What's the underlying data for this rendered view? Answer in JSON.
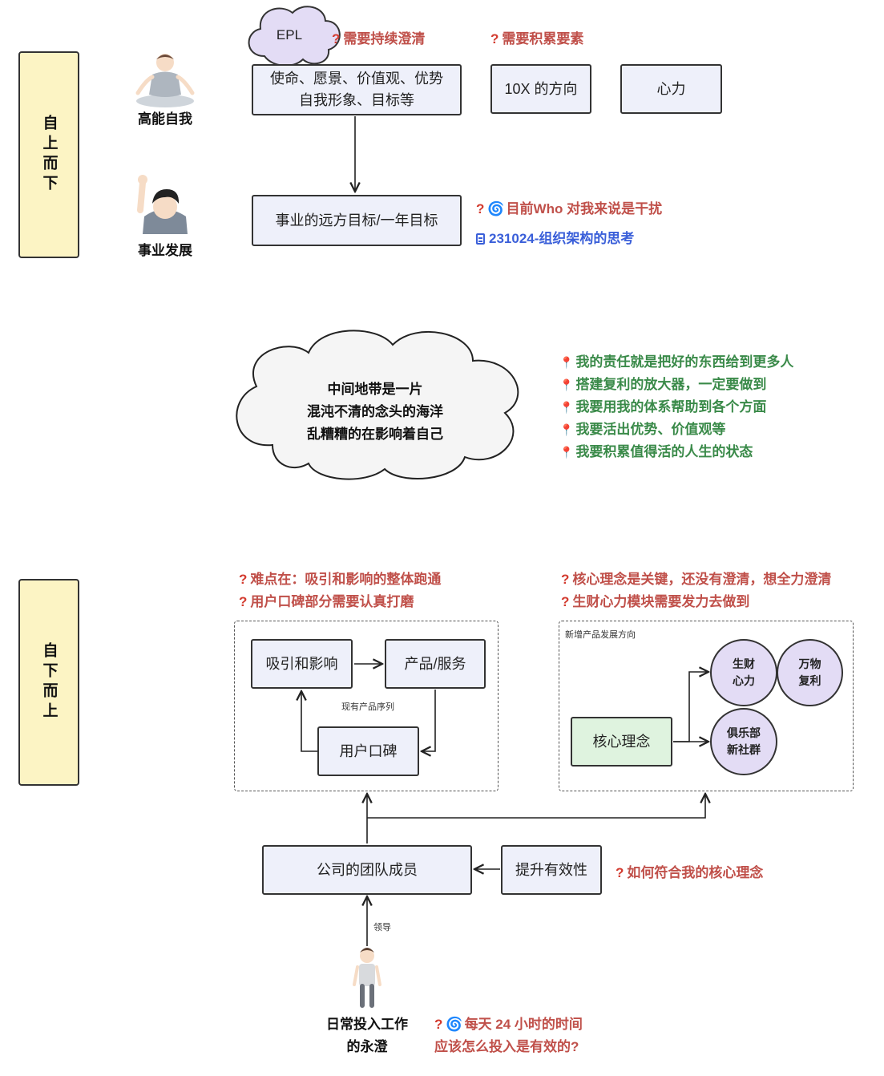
{
  "top_down": {
    "label": "自上而下",
    "high_self": {
      "person_label": "高能自我",
      "epl_cloud": "EPL",
      "values_box": [
        "使命、愿景、价值观、优势",
        "自我形象、目标等"
      ],
      "direction_box": "10X 的方向",
      "mind_box": "心力",
      "note_clarify": "需要持续澄清",
      "note_accumulate": "需要积累要素"
    },
    "career": {
      "person_label": "事业发展",
      "goal_box": "事业的远方目标/一年目标",
      "note_who": "目前Who 对我来说是干扰",
      "note_doc_link": "231024-组织架构的思考"
    }
  },
  "middle": {
    "cloud_lines": [
      "中间地带是一片",
      "混沌不清的念头的海洋",
      "乱糟糟的在影响着自己"
    ],
    "pinned_notes": [
      "我的责任就是把好的东西给到更多人",
      "搭建复利的放大器，一定要做到",
      "我要用我的体系帮助到各个方面",
      "我要活出优势、价值观等",
      "我要积累值得活的人生的状态"
    ]
  },
  "bottom_up": {
    "label": "自下而上",
    "left_notes": [
      "难点在：吸引和影响的整体跑通",
      "用户口碑部分需要认真打磨"
    ],
    "right_notes": [
      "核心理念是关键，还没有澄清，想全力澄清",
      "生财心力模块需要发力去做到"
    ],
    "existing_products": {
      "caption": "现有产品序列",
      "attract": "吸引和影响",
      "product": "产品/服务",
      "reputation": "用户口碑"
    },
    "new_products": {
      "caption": "新增产品发展方向",
      "core": "核心理念",
      "wealth": [
        "生财",
        "心力"
      ],
      "compound": [
        "万物",
        "复利"
      ],
      "club": [
        "俱乐部",
        "新社群"
      ]
    },
    "team_box": "公司的团队成员",
    "improve_box": "提升有效性",
    "note_improve": "如何符合我的核心理念",
    "lead_label": "领导",
    "daily_person_label": [
      "日常投入工作",
      "的永澄"
    ],
    "note_daily": [
      "每天 24 小时的时间",
      "应该怎么投入是有效的?"
    ]
  }
}
